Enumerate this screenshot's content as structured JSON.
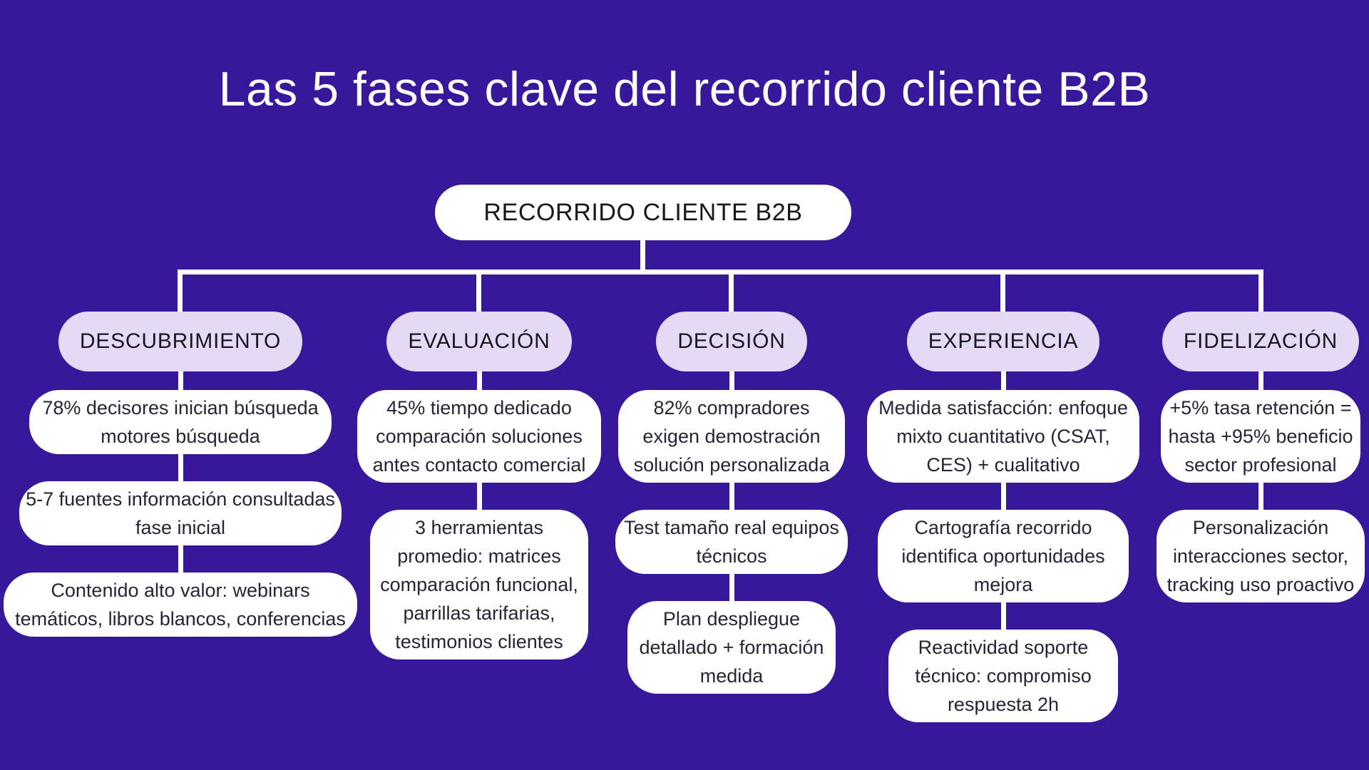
{
  "title": "Las 5 fases clave del recorrido cliente B2B",
  "root": {
    "label": "RECORRIDO CLIENTE B2B"
  },
  "colors": {
    "background": "#38189A",
    "pill_bg": "#E5DAF6",
    "pill_text": "#17171F",
    "node_bg": "#FFFFFF",
    "node_text": "#252538",
    "connector": "#FFFFFF",
    "title_text": "#FFFFFF"
  },
  "phases": [
    {
      "label": "DESCUBRIMIENTO",
      "children": [
        "78% decisores inician búsqueda motores búsqueda",
        "5-7 fuentes información consultadas fase inicial",
        "Contenido alto valor: webinars temáticos, libros blancos, conferencias"
      ]
    },
    {
      "label": "EVALUACIÓN",
      "children": [
        "45% tiempo dedicado comparación soluciones antes contacto comercial",
        "3 herramientas promedio: matrices comparación funcional, parrillas tarifarias, testimonios clientes"
      ]
    },
    {
      "label": "DECISIÓN",
      "children": [
        "82% compradores exigen demostración solución personalizada",
        "Test tamaño real equipos técnicos",
        "Plan despliegue detallado + formación medida"
      ]
    },
    {
      "label": "EXPERIENCIA",
      "children": [
        "Medida satisfacción: enfoque mixto cuantitativo (CSAT, CES) + cualitativo",
        "Cartografía recorrido identifica oportunidades mejora",
        "Reactividad soporte técnico: compromiso respuesta 2h"
      ]
    },
    {
      "label": "FIDELIZACIÓN",
      "children": [
        "+5% tasa retención = hasta +95% beneficio sector profesional",
        "Personalización interacciones sector, tracking uso proactivo"
      ]
    }
  ]
}
